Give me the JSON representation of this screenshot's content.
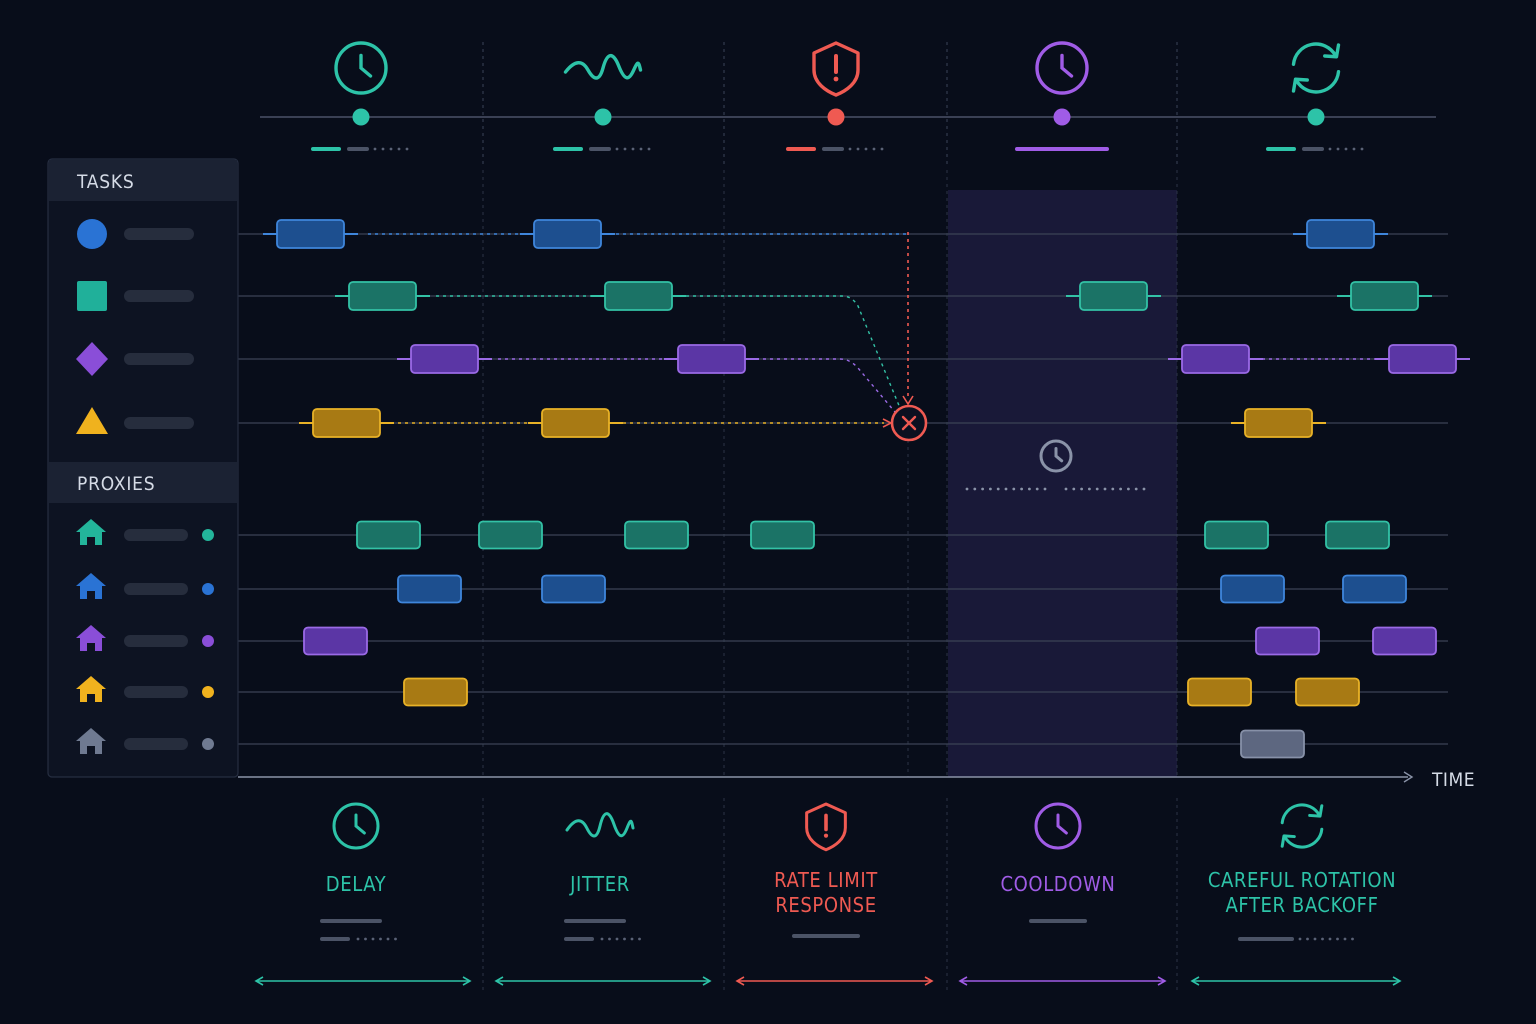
{
  "sidebar": {
    "tasks_header": "TASKS",
    "proxies_header": "PROXIES"
  },
  "axis": {
    "time_label": "TIME"
  },
  "phases": [
    {
      "id": "delay",
      "label_lines": [
        "DELAY"
      ],
      "color": "#2dc3a8",
      "icon": "clock-icon"
    },
    {
      "id": "jitter",
      "label_lines": [
        "JITTER"
      ],
      "color": "#2dc3a8",
      "icon": "wave-icon"
    },
    {
      "id": "rate-limit",
      "label_lines": [
        "RATE LIMIT",
        "RESPONSE"
      ],
      "color": "#ef5a52",
      "icon": "shield-alert-icon"
    },
    {
      "id": "cooldown",
      "label_lines": [
        "COOLDOWN"
      ],
      "color": "#a05ce6",
      "icon": "clock-icon"
    },
    {
      "id": "rotation",
      "label_lines": [
        "CAREFUL ROTATION",
        "AFTER BACKOFF"
      ],
      "color": "#2dc3a8",
      "icon": "refresh-icon"
    }
  ],
  "tasks": [
    {
      "shape": "circle",
      "color": "#2a73d4"
    },
    {
      "shape": "square",
      "color": "#20b09a"
    },
    {
      "shape": "diamond",
      "color": "#8a4ed8"
    },
    {
      "shape": "triangle",
      "color": "#f0b21e"
    }
  ],
  "proxies": [
    {
      "color": "#23b59b",
      "dot": "#23b59b"
    },
    {
      "color": "#2a73d4",
      "dot": "#2a73d4"
    },
    {
      "color": "#8a4ed8",
      "dot": "#8a4ed8"
    },
    {
      "color": "#f0b21e",
      "dot": "#f0b21e"
    },
    {
      "color": "#6f7a91",
      "dot": "#6f7a91"
    }
  ],
  "colors": {
    "blue": {
      "fill": "#1d4f8f",
      "stroke": "#3f86dc"
    },
    "teal": {
      "fill": "#1b7366",
      "stroke": "#33c2a6"
    },
    "purple": {
      "fill": "#5b36a5",
      "stroke": "#9b6ae6"
    },
    "yellow": {
      "fill": "#a87a14",
      "stroke": "#e9b227"
    },
    "gray": {
      "fill": "#5d6780",
      "stroke": "#8791a8"
    },
    "red": "#ef5a52",
    "cooldown_band": "#1a1a3a"
  }
}
